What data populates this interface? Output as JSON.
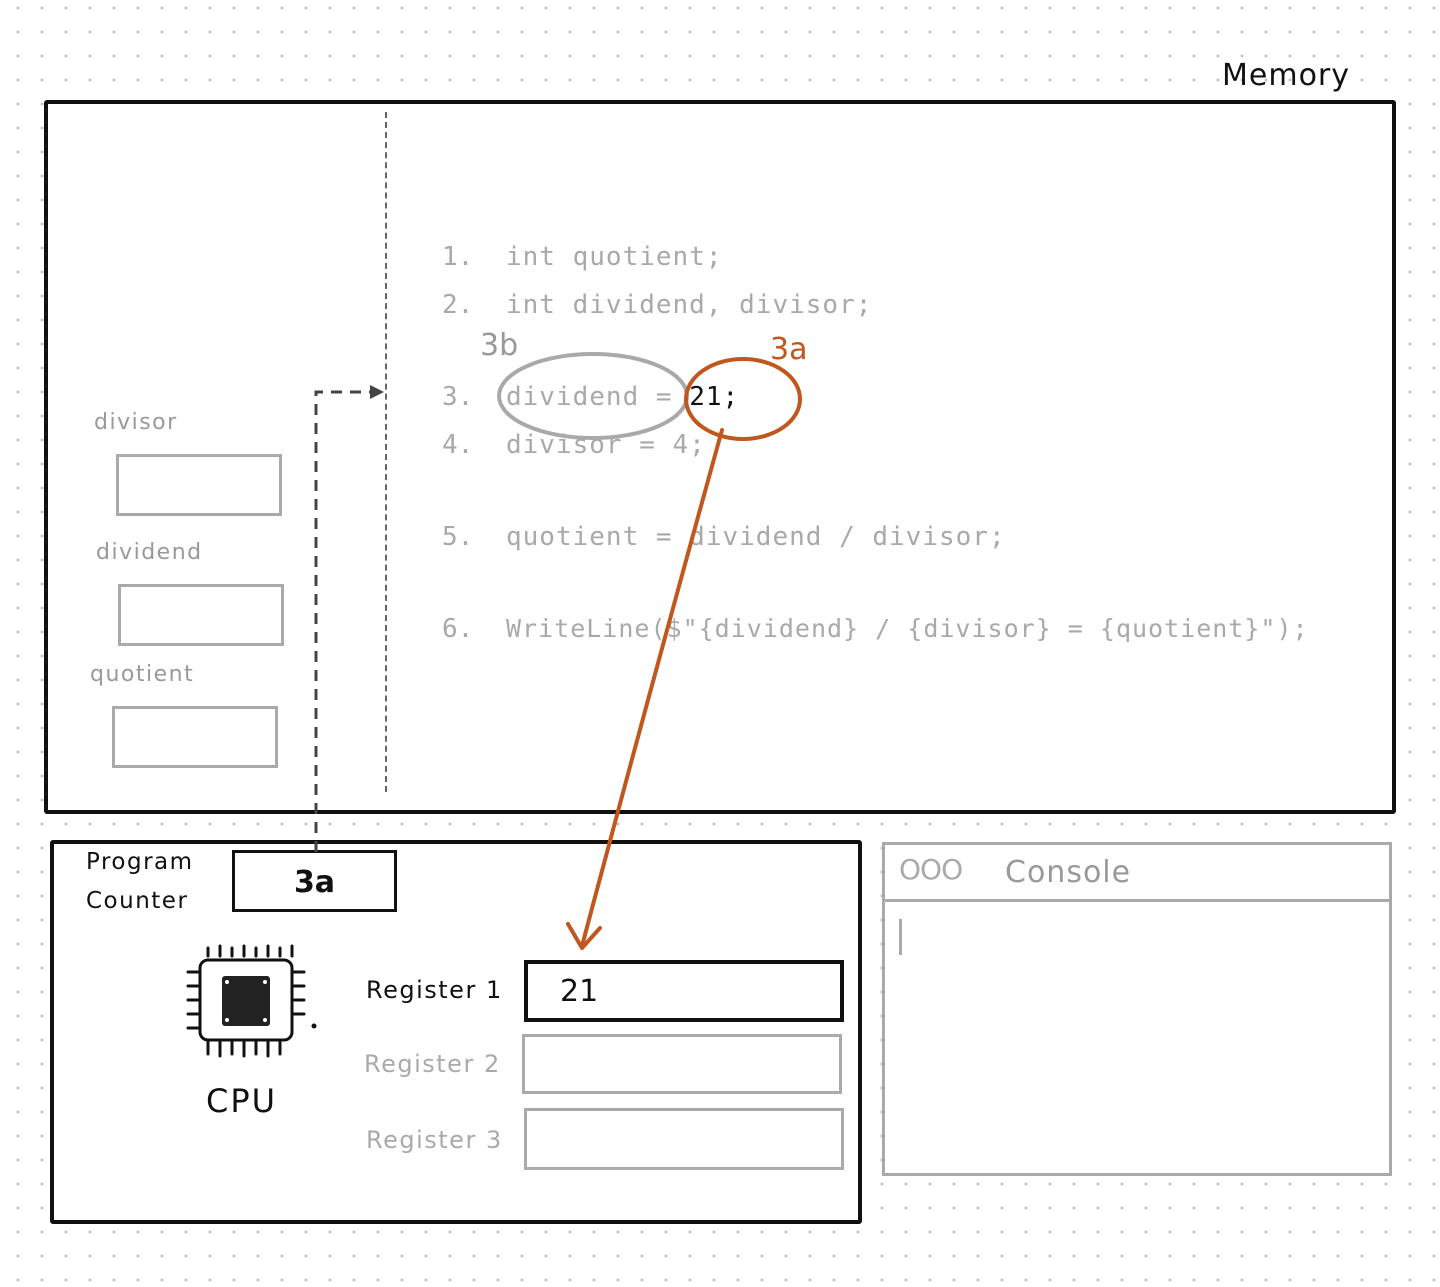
{
  "memory": {
    "title": "Memory",
    "variables": [
      {
        "name": "divisor",
        "value": ""
      },
      {
        "name": "dividend",
        "value": ""
      },
      {
        "name": "quotient",
        "value": ""
      }
    ],
    "code_lines": [
      {
        "num": "1.",
        "text": "int quotient;"
      },
      {
        "num": "2.",
        "text": "int dividend, divisor;"
      },
      {
        "num": "3.",
        "text_before": "dividend = ",
        "text_highlight": "21;"
      },
      {
        "num": "4.",
        "text": "divisor = 4;"
      },
      {
        "num": "5.",
        "text": "quotient = dividend / divisor;"
      },
      {
        "num": "6.",
        "text": "WriteLine($\"{dividend} / {divisor} = {quotient}\");"
      }
    ],
    "annotations": {
      "step_3b": "3b",
      "step_3a": "3a"
    }
  },
  "cpu": {
    "label": "CPU",
    "program_counter": {
      "label_line1": "Program",
      "label_line2": "Counter",
      "value": "3a"
    },
    "registers": [
      {
        "label": "Register 1",
        "value": "21",
        "active": true
      },
      {
        "label": "Register 2",
        "value": "",
        "active": false
      },
      {
        "label": "Register 3",
        "value": "",
        "active": false
      }
    ]
  },
  "console": {
    "title": "Console",
    "buttons": "OOO",
    "output": ""
  },
  "colors": {
    "highlight_orange": "#c0571c",
    "ink": "#111111",
    "faded": "#a9a9a9"
  },
  "icons": [
    "cpu-chip-icon",
    "window-buttons-icon",
    "text-cursor-icon"
  ]
}
